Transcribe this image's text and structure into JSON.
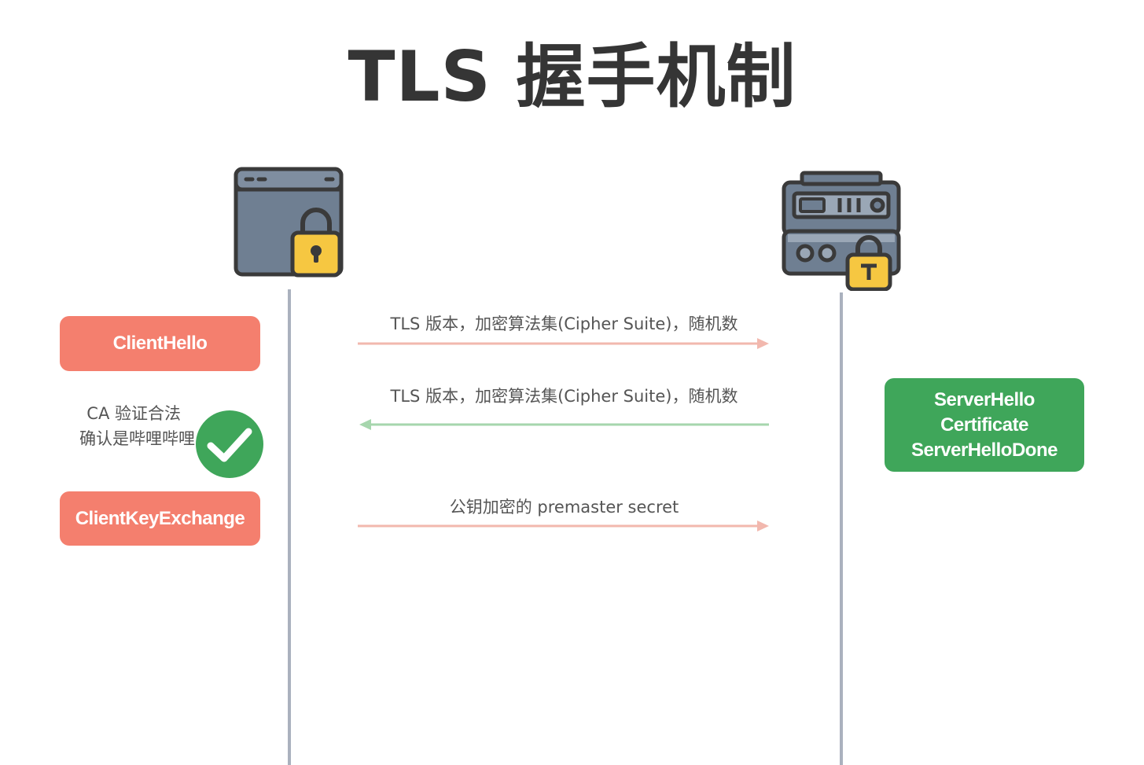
{
  "title": "TLS 握手机制",
  "client": {
    "icon": "browser-window-lock-icon",
    "messages": [
      {
        "label": "ClientHello"
      },
      {
        "label": "ClientKeyExchange"
      }
    ],
    "verify_note": {
      "line1": "CA 验证合法",
      "line2": "确认是哔哩哔哩",
      "icon": "check-circle-icon"
    }
  },
  "server": {
    "icon": "server-lock-icon",
    "response_lines": [
      "ServerHello",
      "Certificate",
      "ServerHelloDone"
    ]
  },
  "arrows": [
    {
      "label": "TLS 版本，加密算法集(Cipher Suite)，随机数",
      "direction": "to-server",
      "color": "#f2b8ae"
    },
    {
      "label": "TLS 版本，加密算法集(Cipher Suite)，随机数",
      "direction": "to-client",
      "color": "#a6d6ad"
    },
    {
      "label": "公钥加密的 premaster secret",
      "direction": "to-server",
      "color": "#f2b8ae"
    }
  ],
  "colors": {
    "client_pill": "#f47f6e",
    "server_pill": "#3fa65a",
    "check": "#3fa65a",
    "lifeline": "#aab1be",
    "lock": "#f6c741"
  }
}
